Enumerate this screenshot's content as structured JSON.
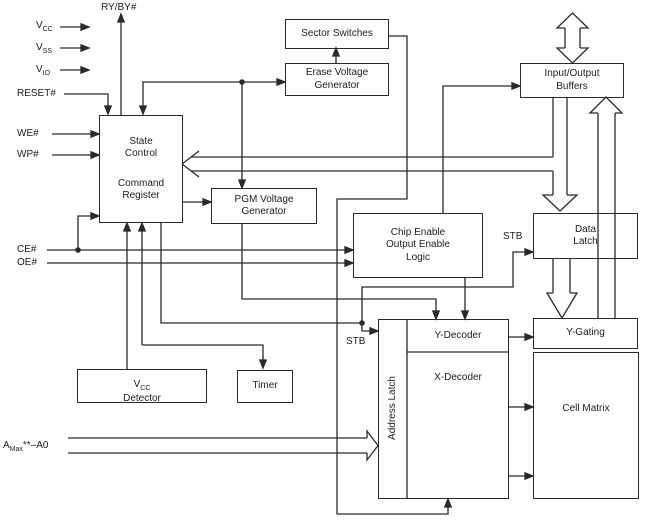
{
  "diagram_title": "flash-memory-block-diagram",
  "colors": {
    "line": "#2a2a2a",
    "text": "#1d1d1f",
    "background": "#ffffff"
  },
  "pins": {
    "ryby": {
      "label": "RY/BY#"
    },
    "vcc": {
      "base": "V",
      "sub": "CC"
    },
    "vss": {
      "base": "V",
      "sub": "SS"
    },
    "vio": {
      "base": "V",
      "sub": "IO"
    },
    "reset": {
      "label": "RESET#"
    },
    "we": {
      "label": "WE#"
    },
    "wp": {
      "label": "WP#"
    },
    "ce": {
      "label": "CE#"
    },
    "oe": {
      "label": "OE#"
    },
    "address": {
      "base": "A",
      "sub": "Max",
      "rest": "**–A0"
    }
  },
  "blocks": {
    "state_control": {
      "top": "State\nControl",
      "bottom": "Command\nRegister"
    },
    "sector_switches": {
      "label": "Sector Switches"
    },
    "erase_voltage_generator": {
      "label": "Erase Voltage\nGenerator"
    },
    "pgm_voltage_generator": {
      "label": "PGM Voltage\nGenerator"
    },
    "io_buffers": {
      "label": "Input/Output\nBuffers"
    },
    "chip_enable_logic": {
      "label": "Chip Enable\nOutput Enable\nLogic"
    },
    "data_latch": {
      "label": "Data\nLatch"
    },
    "y_gating": {
      "label": "Y-Gating"
    },
    "cell_matrix": {
      "label": "Cell Matrix"
    },
    "address_latch": {
      "label": "Address Latch"
    },
    "y_decoder": {
      "label": "Y-Decoder"
    },
    "x_decoder": {
      "label": "X-Decoder"
    },
    "vcc_detector": {
      "base": "V",
      "sub": "CC",
      "rest": "Detector"
    },
    "timer": {
      "label": "Timer"
    }
  },
  "signals": {
    "stb_data_latch": "STB",
    "stb_address_latch": "STB"
  }
}
